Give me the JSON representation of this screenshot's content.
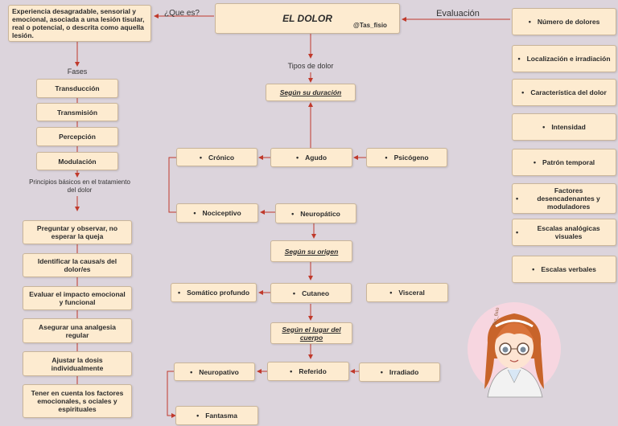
{
  "main": {
    "title": "EL DOLOR",
    "author": "@Tas_fisio"
  },
  "definition": {
    "question": "¿Que es?",
    "text": "Experiencia desagradable, sensorial y emocional, asociada a una lesión tisular, real o potencial, o descrita como aquella lesión."
  },
  "phases": {
    "label": "Fases",
    "items": [
      "Transducción",
      "Transmisión",
      "Percepción",
      "Modulación"
    ]
  },
  "principles": {
    "label": "Principios básicos en el tratamiento del dolor",
    "items": [
      "Preguntar y observar, no esperar la queja",
      "Identificar la causa/s del dolor/es",
      "Evaluar el impacto emocional y funcional",
      "Asegurar una analgesia regular",
      "Ajustar la dosis individualmente",
      "Tener en cuenta los factores emocionales, s ociales y espirituales"
    ]
  },
  "types": {
    "label": "Tipos de dolor",
    "duration": {
      "heading": "Según su duración",
      "chronic": "Crónico",
      "acute": "Agudo",
      "psychogenic": "Psicógeno"
    },
    "origin_row": {
      "nociceptive": "Nociceptivo",
      "neuropathic": "Neuropático"
    },
    "origin": {
      "heading": "Según su origen",
      "deep_somatic": "Somático profundo",
      "cutaneous": "Cutaneo",
      "visceral": "Visceral"
    },
    "location": {
      "heading": "Según el lugar del cuerpo",
      "neuropathic": "Neuropativo",
      "referred": "Referido",
      "radiated": "Irradiado",
      "phantom": "Fantasma"
    }
  },
  "evaluation": {
    "label": "Evaluación",
    "items": [
      "Número de dolores",
      "Localización e irradiación",
      "Característica del dolor",
      "Intensidad",
      "Patrón temporal",
      "Factores desencadenantes y moduladores",
      "Escalas analógicas visuales",
      "Escalas verbales"
    ]
  },
  "colors": {
    "box_fill": "#fdebd0",
    "connector": "#c0392b",
    "background": "#dcd4dc"
  }
}
